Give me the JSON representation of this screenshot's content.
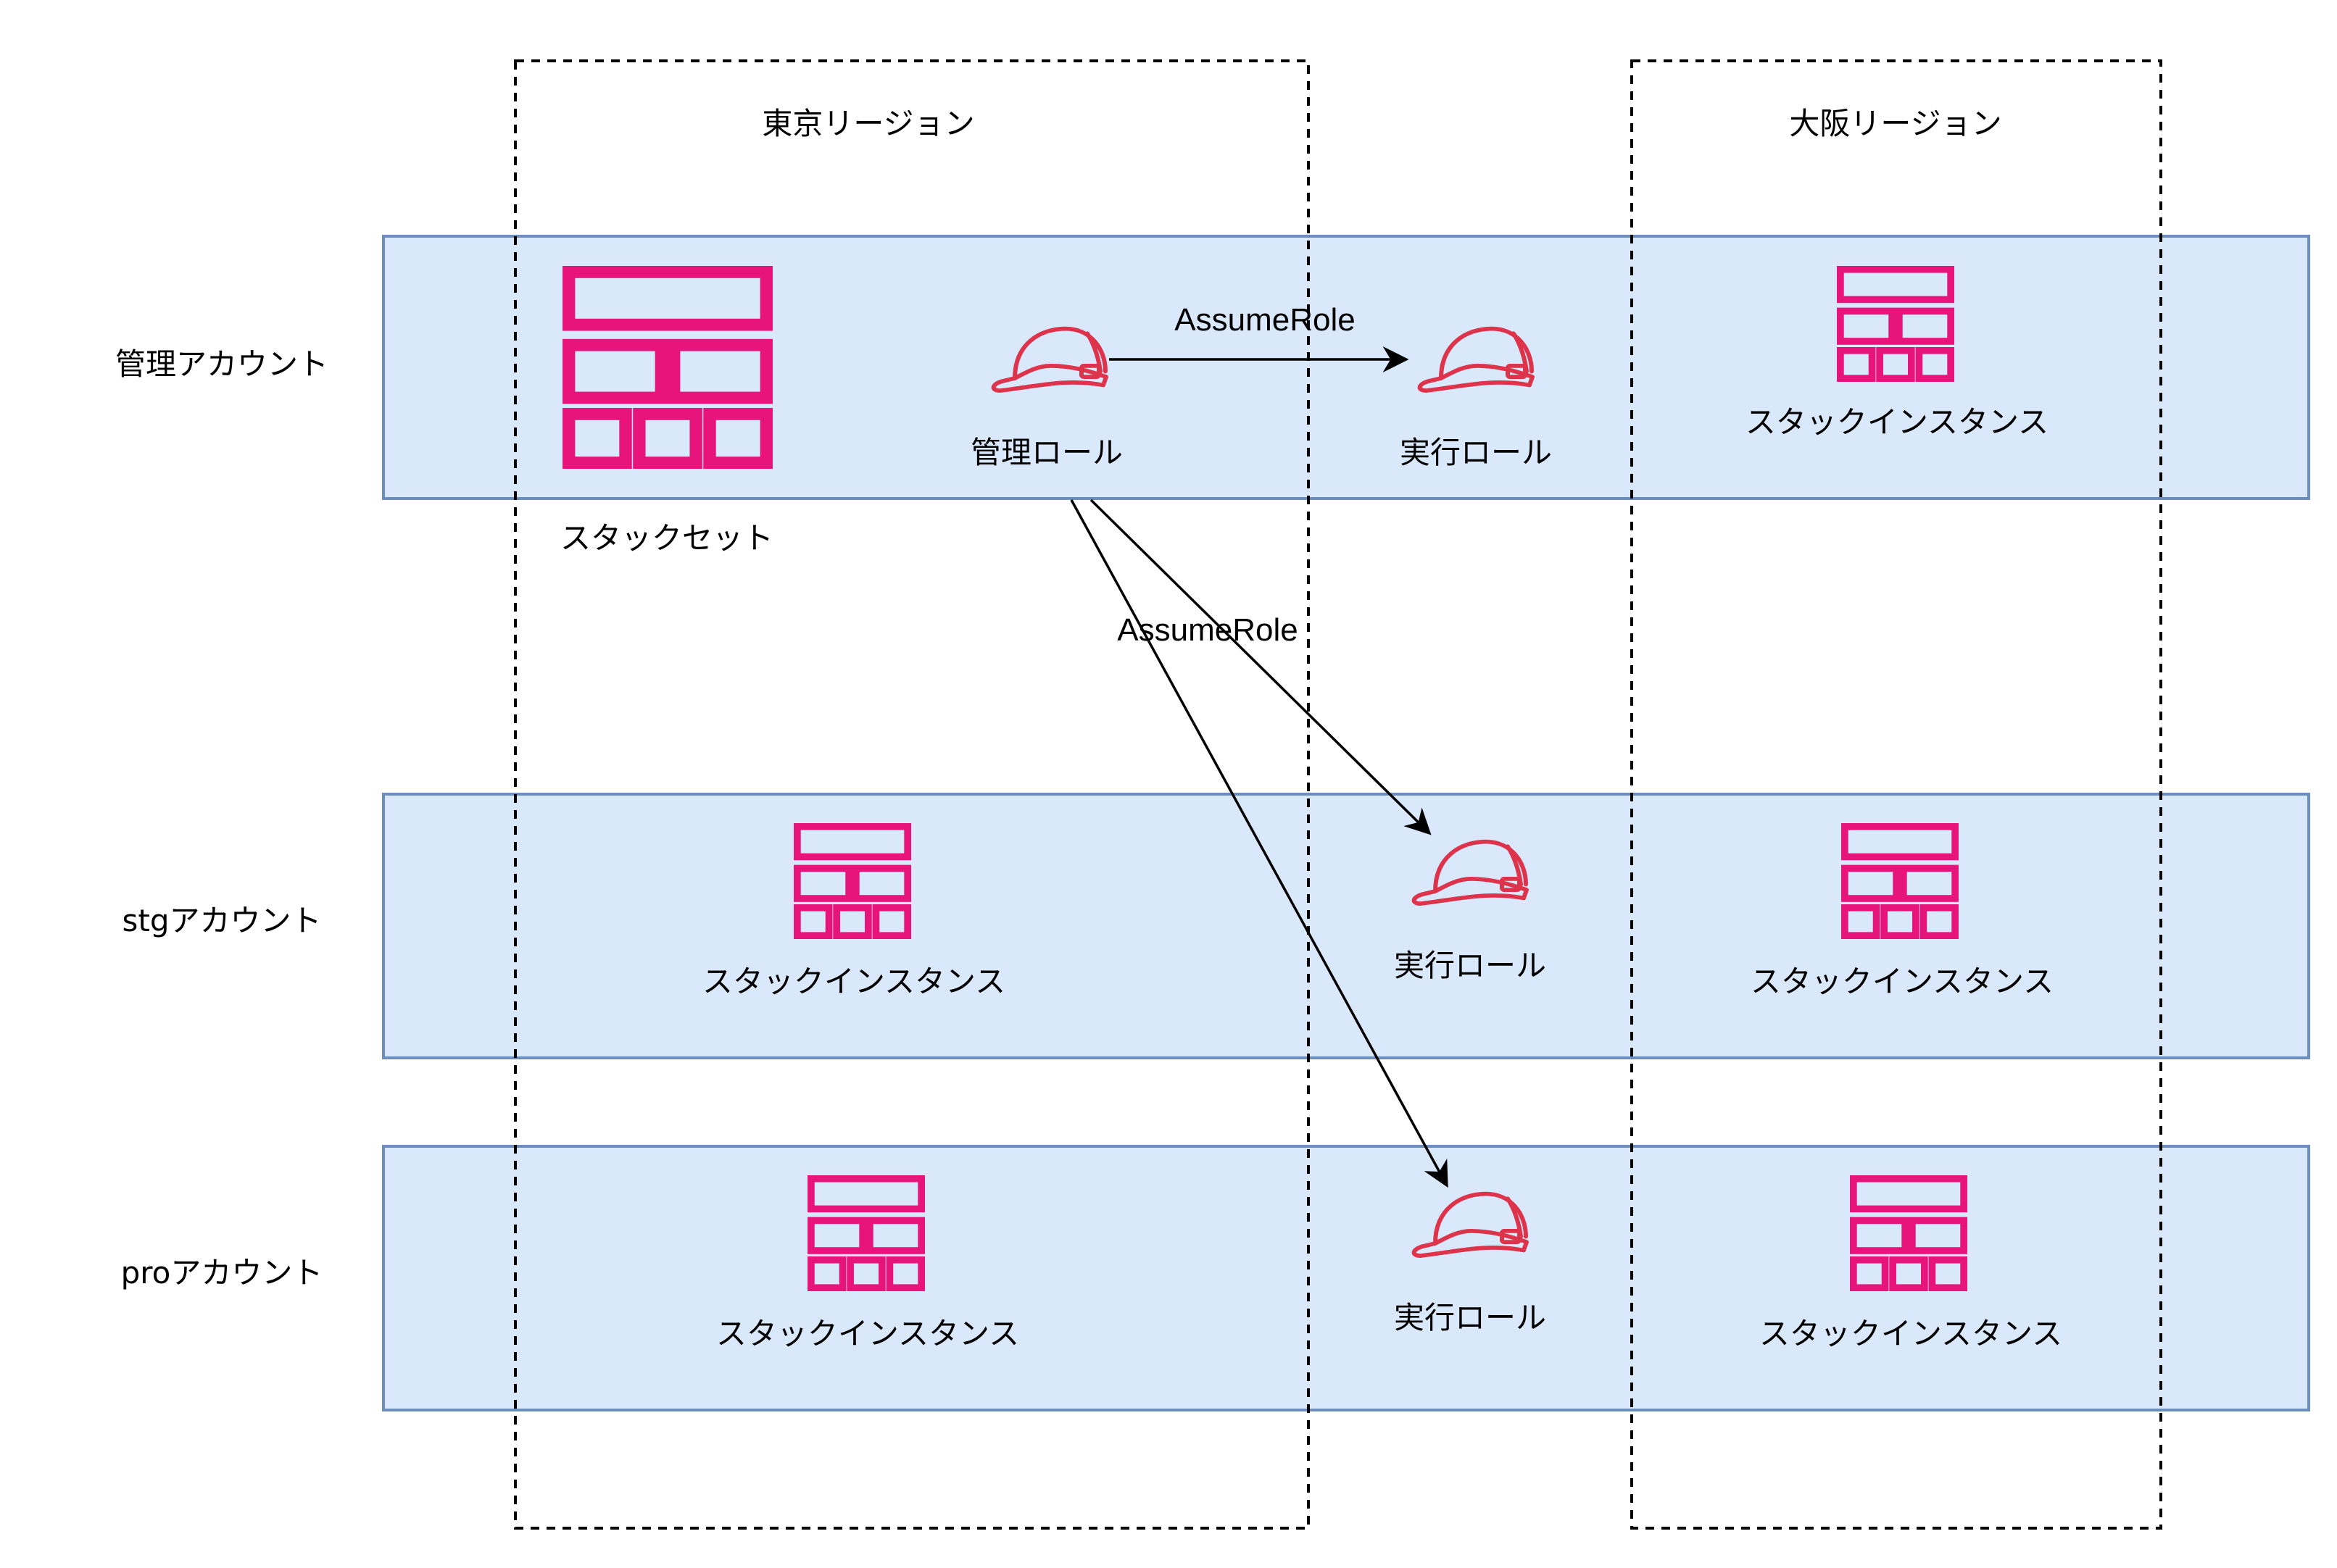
{
  "regions": {
    "tokyo": "東京リージョン",
    "osaka": "大阪リージョン"
  },
  "accounts": {
    "management": "管理アカウント",
    "stg": "stgアカウント",
    "pro": "proアカウント"
  },
  "nodes": {
    "stack_set": "スタックセット",
    "admin_role": "管理ロール",
    "exec_role": "実行ロール",
    "stack_instance": "スタックインスタンス"
  },
  "edges": {
    "assume_role": "AssumeRole"
  },
  "colors": {
    "account_band_fill": "#dae8fc",
    "account_band_stroke": "#6c8ebf",
    "stack_icon": "#e7157b",
    "role_icon": "#dd344c",
    "arrow": "#000000",
    "region_border": "#000000"
  },
  "icons": {
    "stack": "cloudformation-stack-icon",
    "role": "iam-role-helmet-icon"
  }
}
